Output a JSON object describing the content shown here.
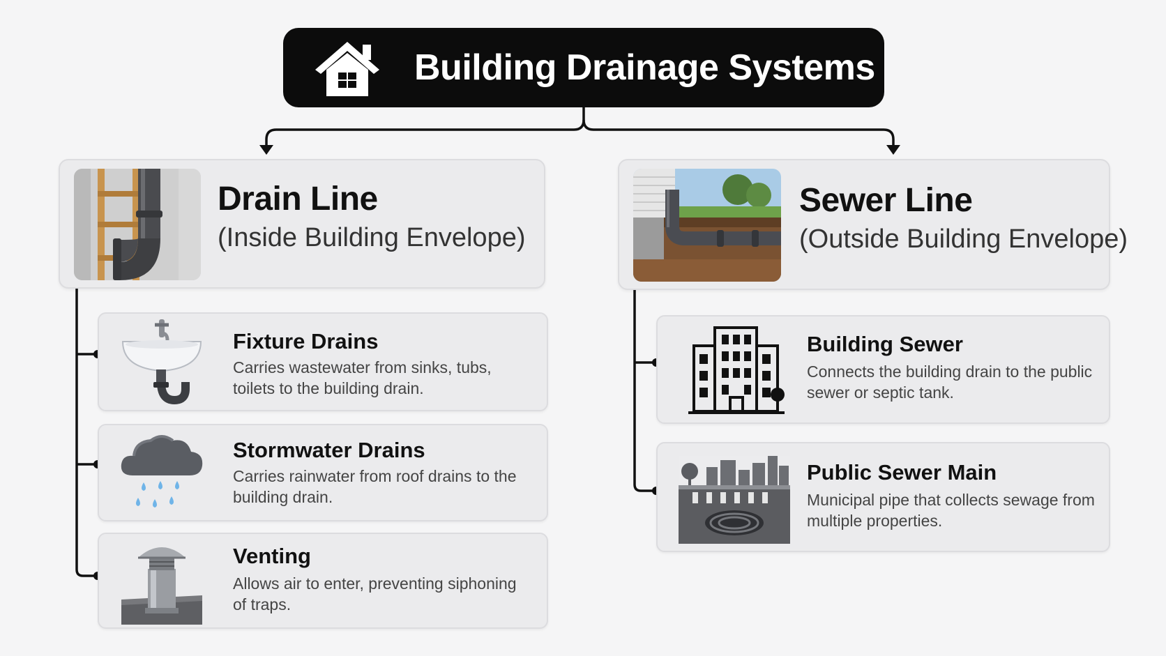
{
  "title": "Building Drainage Systems",
  "drain_line": {
    "title": "Drain Line",
    "subtitle": "(Inside Building Envelope)",
    "items": [
      {
        "title": "Fixture Drains",
        "desc": "Carries wastewater from sinks, tubs, toilets to the building drain.",
        "icon": "sink-icon"
      },
      {
        "title": "Stormwater Drains",
        "desc": "Carries rainwater from roof drains to the building drain.",
        "icon": "rain-cloud-icon"
      },
      {
        "title": "Venting",
        "desc": "Allows air to enter, preventing siphoning of traps.",
        "icon": "roof-vent-icon"
      }
    ]
  },
  "sewer_line": {
    "title": "Sewer Line",
    "subtitle": "(Outside Building Envelope)",
    "items": [
      {
        "title": "Building Sewer",
        "desc": "Connects the building drain to the public sewer or septic tank.",
        "icon": "building-icon"
      },
      {
        "title": "Public Sewer Main",
        "desc": "Municipal pipe that collects sewage from multiple properties.",
        "icon": "manhole-street-icon"
      }
    ]
  },
  "colors": {
    "title_bg": "#0c0c0c",
    "card_bg": "#ebebed",
    "connector": "#111111"
  }
}
